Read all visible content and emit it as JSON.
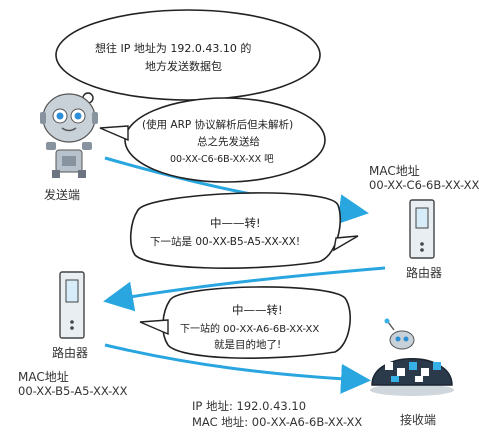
{
  "sender": {
    "label": "发送端",
    "bubble_top": [
      "想往 IP 地址为 192.0.43.10 的",
      "地方发送数据包"
    ],
    "bubble_mid": [
      "(使用 ARP 协议解析后但未解析)",
      "总之先发送给",
      "00-XX-C6-6B-XX-XX 吧"
    ]
  },
  "router_right": {
    "label": "路由器",
    "mac_title": "MAC地址",
    "mac_value": "00-XX-C6-6B-XX-XX"
  },
  "router_left": {
    "label": "路由器",
    "mac_title": "MAC地址",
    "mac_value": "00-XX-B5-A5-XX-XX"
  },
  "relay_bubble_1": [
    "中——转!",
    "下一站是 00-XX-B5-A5-XX-XX!"
  ],
  "relay_bubble_2": [
    "中——转!",
    "下一站的 00-XX-A6-6B-XX-XX",
    "就是目的地了!"
  ],
  "receiver": {
    "label": "接收端",
    "ip_line": "IP 地址: 192.0.43.10",
    "mac_line": "MAC 地址: 00-XX-A6-6B-XX-XX"
  },
  "colors": {
    "arrow": "#29a6e0",
    "robot_body": "#b8c2cc",
    "robot_eye": "#2e8fd6",
    "router_body": "#e9eef2",
    "router_screen": "#d6ecf8",
    "receiver_shell": "#2b3a4a",
    "receiver_accent": "#37b0e6"
  }
}
